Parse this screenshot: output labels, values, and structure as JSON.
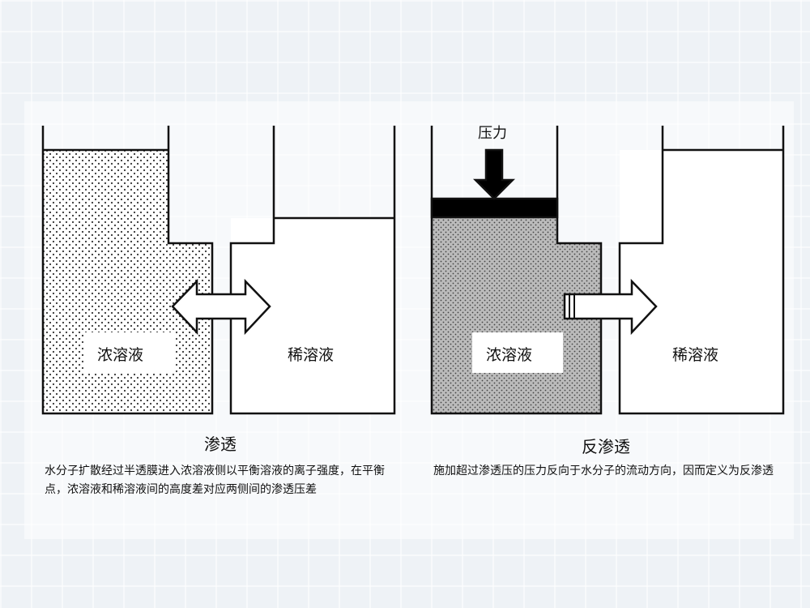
{
  "left": {
    "conc_label": "浓溶液",
    "dilute_label": "稀溶液",
    "title": "渗透",
    "caption": "水分子扩散经过半透膜进入浓溶液侧以平衡溶液的离子强度，在平衡点，浓溶液和稀溶液间的高度差对应两侧间的渗透压差"
  },
  "right": {
    "pressure_label": "压力",
    "conc_label": "浓溶液",
    "dilute_label": "稀溶液",
    "title": "反渗透",
    "caption": "施加超过渗透压的压力反向于水分子的流动方向，因而定义为反渗透"
  }
}
